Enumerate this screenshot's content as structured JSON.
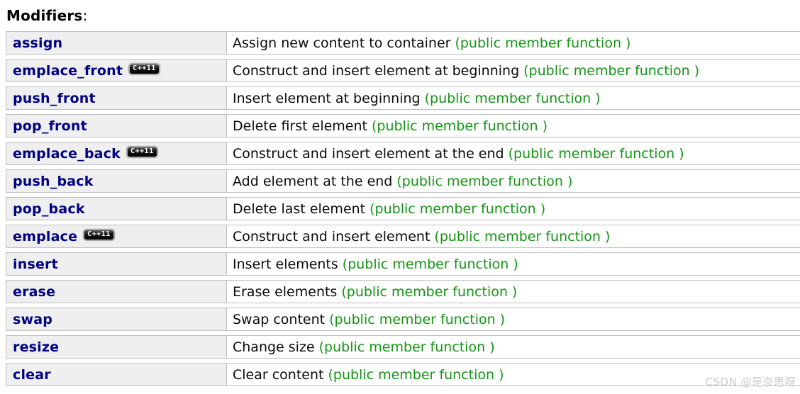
{
  "page": {
    "section_title": "Modifiers",
    "section_title_suffix": ":"
  },
  "badge": {
    "cpp11_label": "C++11"
  },
  "watermark": "CSDN @是奈思呀",
  "colors": {
    "link_navy": "#000082",
    "kind_green": "#149414",
    "row_bg": "#efefef",
    "border": "#c0c0c0",
    "watermark_gray": "#cbcbcb"
  },
  "table": {
    "rows": [
      {
        "name": "assign",
        "cpp11": false,
        "desc": "Assign new content to container",
        "kind": "(public member function )"
      },
      {
        "name": "emplace_front",
        "cpp11": true,
        "desc": "Construct and insert element at beginning",
        "kind": "(public member function )"
      },
      {
        "name": "push_front",
        "cpp11": false,
        "desc": "Insert element at beginning",
        "kind": "(public member function )"
      },
      {
        "name": "pop_front",
        "cpp11": false,
        "desc": "Delete first element",
        "kind": "(public member function )"
      },
      {
        "name": "emplace_back",
        "cpp11": true,
        "desc": "Construct and insert element at the end",
        "kind": "(public member function )"
      },
      {
        "name": "push_back",
        "cpp11": false,
        "desc": "Add element at the end",
        "kind": "(public member function )"
      },
      {
        "name": "pop_back",
        "cpp11": false,
        "desc": "Delete last element",
        "kind": "(public member function )"
      },
      {
        "name": "emplace",
        "cpp11": true,
        "desc": "Construct and insert element",
        "kind": "(public member function )"
      },
      {
        "name": "insert",
        "cpp11": false,
        "desc": "Insert elements",
        "kind": "(public member function )"
      },
      {
        "name": "erase",
        "cpp11": false,
        "desc": "Erase elements",
        "kind": "(public member function )"
      },
      {
        "name": "swap",
        "cpp11": false,
        "desc": "Swap content",
        "kind": "(public member function )"
      },
      {
        "name": "resize",
        "cpp11": false,
        "desc": "Change size",
        "kind": "(public member function )"
      },
      {
        "name": "clear",
        "cpp11": false,
        "desc": "Clear content",
        "kind": "(public member function )"
      }
    ]
  }
}
